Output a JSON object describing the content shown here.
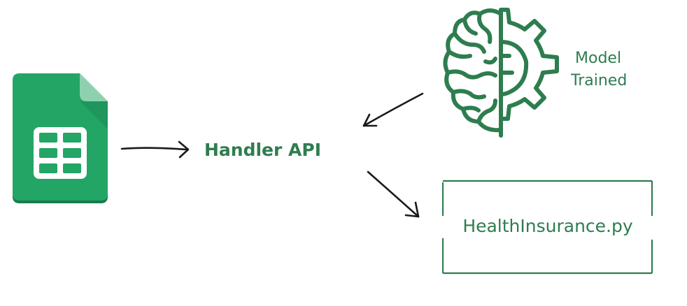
{
  "colors": {
    "accent_green": "#2e7d4f",
    "sheet_body": "#23a566",
    "sheet_fold": "#8ed1b0",
    "sheet_grid": "#ffffff",
    "arrow": "#1a1a1a"
  },
  "icons": {
    "spreadsheet": "google-sheets-icon",
    "model": "brain-gear-icon"
  },
  "nodes": {
    "handler": {
      "label": "Handler API"
    },
    "model": {
      "line1": "Model",
      "line2": "Trained"
    },
    "script": {
      "label": "HealthInsurance.py"
    }
  }
}
